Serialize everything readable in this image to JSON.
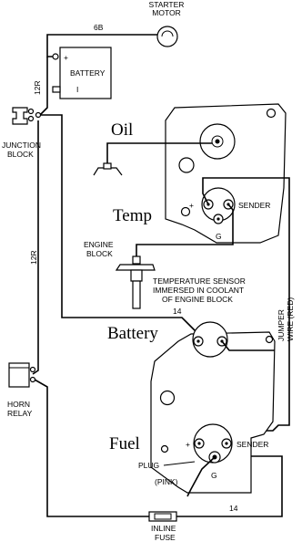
{
  "labels": {
    "starter_motor_line1": "STARTER",
    "starter_motor_line2": "MOTOR",
    "wire_6b": "6B",
    "battery": "BATTERY",
    "battery_plus": "+",
    "battery_minus": "I",
    "wire_12r_top": "12R",
    "junction_line1": "JUNCTION",
    "junction_line2": "BLOCK",
    "wire_12r_mid": "12R",
    "horn_line1": "HORN",
    "horn_line2": "RELAY",
    "oil": "Oil",
    "temp": "Temp",
    "temp_plus": "+",
    "temp_sender": "SENDER",
    "temp_g": "G",
    "engine_block_line1": "ENGINE",
    "engine_block_line2": "BLOCK",
    "sensor_line1": "TEMPERATURE SENSOR",
    "sensor_line2": "IMMERSED IN COOLANT",
    "sensor_line3": "OF ENGINE BLOCK",
    "wire_14_mid": "14",
    "battery_gauge": "Battery",
    "jumper_line1": "JUMPER",
    "jumper_line2": "WIRE (RED)",
    "fuel": "Fuel",
    "fuel_plus": "+",
    "fuel_sender": "SENDER",
    "fuel_g": "G",
    "plug": "PLUG",
    "pink": "(PINK)",
    "wire_14_bottom": "14",
    "inline_fuse_line1": "INLINE",
    "inline_fuse_line2": "FUSE"
  }
}
